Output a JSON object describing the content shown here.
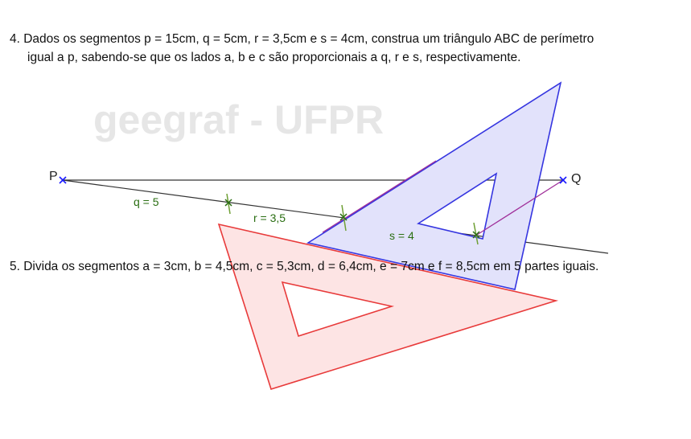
{
  "problem4": {
    "line1": "4. Dados os segmentos p = 15cm, q = 5cm, r = 3,5cm e s = 4cm, construa um triângulo ABC de perímetro",
    "line2": "igual a p, sabendo-se que os lados a, b e c são proporcionais a q, r e s, respectivamente."
  },
  "problem5": {
    "text": "5.  Divida os segmentos a = 3cm, b = 4,5cm, c = 5,3cm, d = 6,4cm, e = 7cm e f = 8,5cm em 5 partes iguais."
  },
  "watermark": "geegraf - UFPR",
  "points": {
    "p": "P",
    "q": "Q"
  },
  "segment_labels": {
    "q": "q = 5",
    "r": "r = 3,5",
    "s": "s = 4"
  },
  "colors": {
    "text": "#111111",
    "watermark": "#e6e6e6",
    "construction_line": "#333333",
    "point_marker": "#1a1aff",
    "label_green": "#2a6e12",
    "parallel_line": "#a0309a",
    "blue_square_fill": "#e2e2fb",
    "blue_square_stroke": "#3535e0",
    "red_square_fill": "#fde4e4",
    "red_square_stroke": "#e83a3a"
  }
}
